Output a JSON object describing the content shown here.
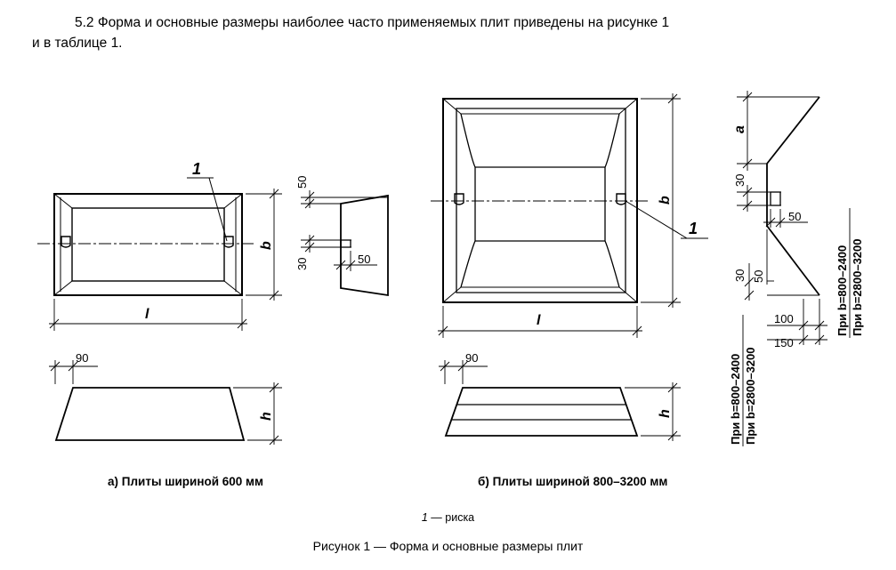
{
  "paragraph": {
    "line1": "5.2 Форма и основные размеры наиболее часто применяемых плит приведены на рисунке 1",
    "line2": "и в таблице 1."
  },
  "figure": {
    "callout": "1",
    "dim_l": "l",
    "dim_b": "b",
    "dim_h": "h",
    "dim_a": "a",
    "dim_90": "90",
    "dim_50": "50",
    "dim_30": "30",
    "dim_100": "100",
    "dim_150": "150",
    "note_line1": "При b=800–2400",
    "note_line2": "При b=2800–3200",
    "sub_a": "а) Плиты шириной 600 мм",
    "sub_b": "б) Плиты шириной 800–3200 мм"
  },
  "legend": {
    "number": "1",
    "text": " — риска"
  },
  "caption": "Рисунок 1 — Форма и основные размеры плит"
}
